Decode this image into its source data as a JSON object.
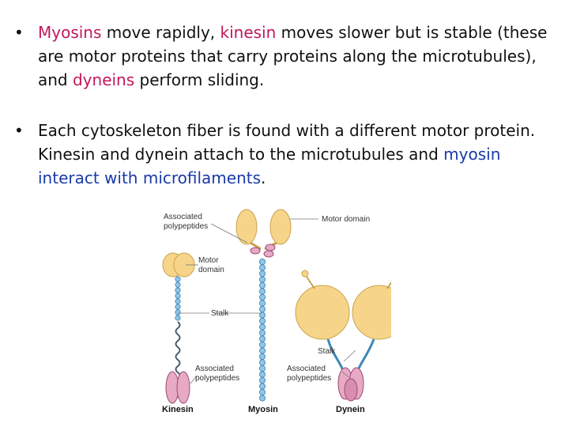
{
  "bullets": [
    {
      "marker": "•",
      "parts": [
        {
          "text": "Myosins",
          "color": "pink"
        },
        {
          "text": " move rapidly, "
        },
        {
          "text": "kinesin",
          "color": "pink"
        },
        {
          "text": " moves slower but is stable (these are motor proteins that carry proteins along the microtubules), and "
        },
        {
          "text": "dyneins",
          "color": "pink"
        },
        {
          "text": " perform sliding."
        }
      ]
    },
    {
      "marker": "•",
      "parts": [
        {
          "text": "Each cytoskeleton fiber is found with a different motor protein. Kinesin and dynein attach to the microtubules and "
        },
        {
          "text": "myosin interact with microfilaments",
          "color": "blue"
        },
        {
          "text": "."
        }
      ]
    }
  ],
  "diagram": {
    "labels": {
      "assoc_top_1": "Associated",
      "assoc_top_2": "polypeptides",
      "motor_top": "Motor domain",
      "motor_left_1": "Motor",
      "motor_left_2": "domain",
      "stalk_mid": "Stalk",
      "stalk_right": "Stalk",
      "assoc_left_1": "Associated",
      "assoc_left_2": "polypeptides",
      "assoc_right_1": "Associated",
      "assoc_right_2": "polypeptides"
    },
    "names": {
      "kinesin": "Kinesin",
      "myosin": "Myosin",
      "dynein": "Dynein"
    },
    "colors": {
      "head": "#f6d58a",
      "head_stroke": "#c9a24a",
      "bead": "#8fc7e8",
      "bead_stroke": "#3b7fae",
      "coil": "#4a5a70",
      "pink": "#e7a9c4",
      "pink_stroke": "#9c4b74",
      "dynein_stalk": "#3f86b8"
    }
  }
}
